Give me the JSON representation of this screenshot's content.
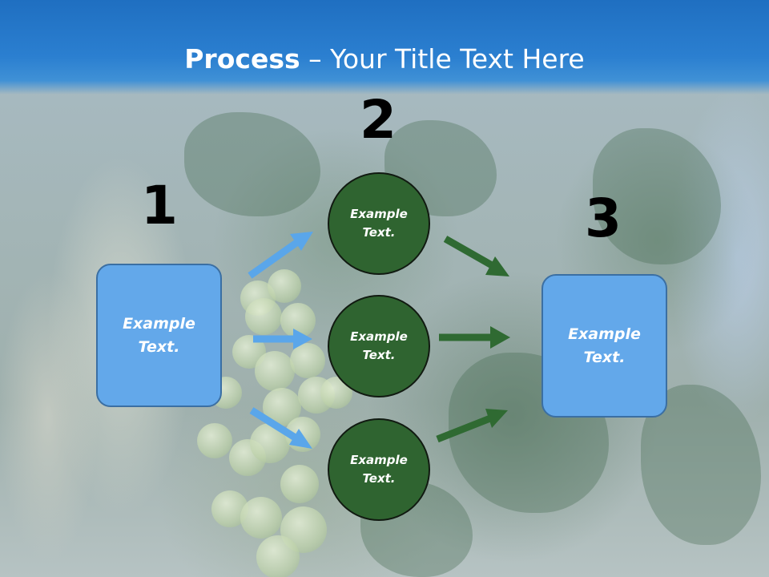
{
  "slide": {
    "title_bold": "Process",
    "title_rest": " – Your Title Text Here"
  },
  "steps": {
    "step1_number": "1",
    "step2_number": "2",
    "step3_number": "3"
  },
  "left_box": {
    "text": "Example\nText."
  },
  "right_box": {
    "text": "Example\nText."
  },
  "circles": [
    {
      "text": "Example\nText."
    },
    {
      "text": "Example\nText."
    },
    {
      "text": "Example\nText."
    }
  ],
  "colors": {
    "title_bar": "#2b7fd0",
    "box_fill": "#63a8ea",
    "circle_fill": "#2f6430",
    "blue_arrow": "#5aa6ea",
    "green_arrow": "#2f6a32"
  }
}
